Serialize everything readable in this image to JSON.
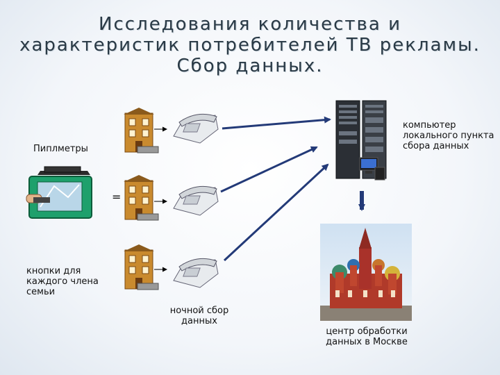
{
  "title": {
    "line1": "Исследования количества и",
    "line2": "характеристик потребителей ТВ рекламы.",
    "line3": "Сбор данных."
  },
  "labels": {
    "peoplemeters": "Пиплметры",
    "buttons_line1": "кнопки для",
    "buttons_line2": "каждого члена",
    "buttons_line3": "семьи",
    "night_line1": "ночной сбор",
    "night_line2": "данных",
    "computer_line1": "компьютер",
    "computer_line2": "локального пункта",
    "computer_line3": "сбора данных",
    "center_line1": "центр обработки",
    "center_line2": "данных в Москве"
  },
  "equals_sign": "=",
  "colors": {
    "arrow": "#233a78",
    "building": "#c98a2e",
    "building_dark": "#7a4a14",
    "phone": "#e8ebee",
    "meter_box": "#1ea06c",
    "server": "#2b2f35",
    "cathedral_red": "#b03a2a"
  }
}
